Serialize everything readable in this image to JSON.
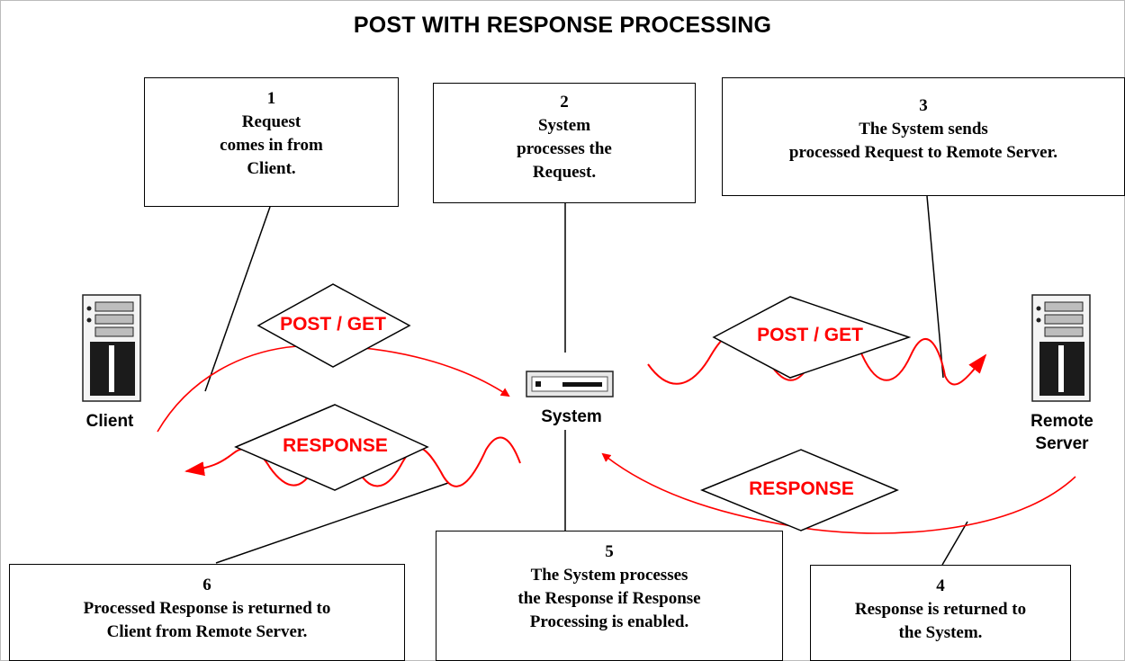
{
  "title": "POST WITH RESPONSE PROCESSING",
  "nodes": {
    "client": "Client",
    "system": "System",
    "remote": "Remote\nServer"
  },
  "diamonds": {
    "post_left": "POST / GET",
    "post_right": "POST / GET",
    "response_left": "RESPONSE",
    "response_right": "RESPONSE"
  },
  "steps": [
    {
      "num": "1",
      "text": "Request\ncomes in from\nClient."
    },
    {
      "num": "2",
      "text": "System\nprocesses the\nRequest."
    },
    {
      "num": "3",
      "text": "The System sends\nprocessed Request to Remote Server."
    },
    {
      "num": "4",
      "text": "Response is returned to\nthe System."
    },
    {
      "num": "5",
      "text": "The System processes\nthe Response if Response\nProcessing is enabled."
    },
    {
      "num": "6",
      "text": "Processed Response is returned to\nClient from Remote Server."
    }
  ],
  "colors": {
    "accent": "#ff0000",
    "line": "#000000"
  }
}
